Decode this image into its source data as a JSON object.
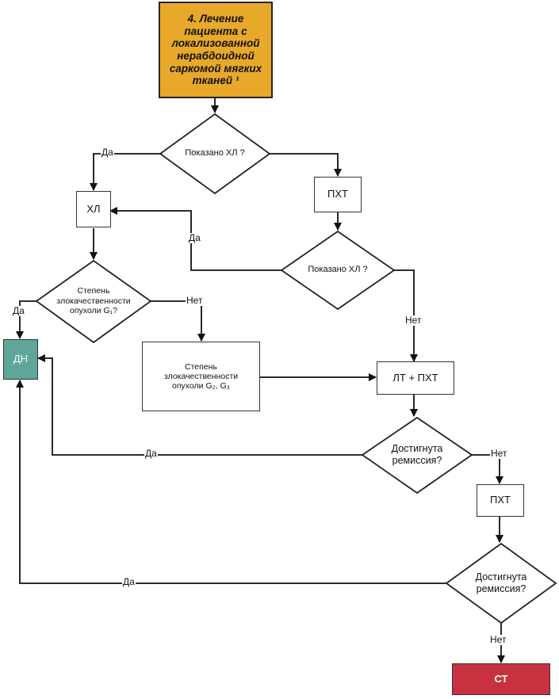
{
  "nodes": {
    "start": "4. Лечение пациента с локализованной нерабдоидной саркомой мягких тканей ¹",
    "q_hl_1": "Показано ХЛ ?",
    "hl": "ХЛ",
    "pxt_1": "ПХТ",
    "q_hl_2": "Показано ХЛ ?",
    "q_grade": "Степень злокачественности опухоли G₁?",
    "dn": "ДН",
    "grade_g2g3": "Степень злокачественности опухоли G₂, G₃",
    "lt_pxt": "ЛТ + ПХТ",
    "q_remission_1": "Достигнута ремиссия?",
    "pxt_2": "ПХТ",
    "q_remission_2": "Достигнута ремиссия?",
    "st": "СТ"
  },
  "edge_labels": {
    "yes": "Да",
    "no": "Нет"
  },
  "colors": {
    "start": "#e8a92a",
    "dn": "#5fa69a",
    "st": "#c8313f"
  }
}
